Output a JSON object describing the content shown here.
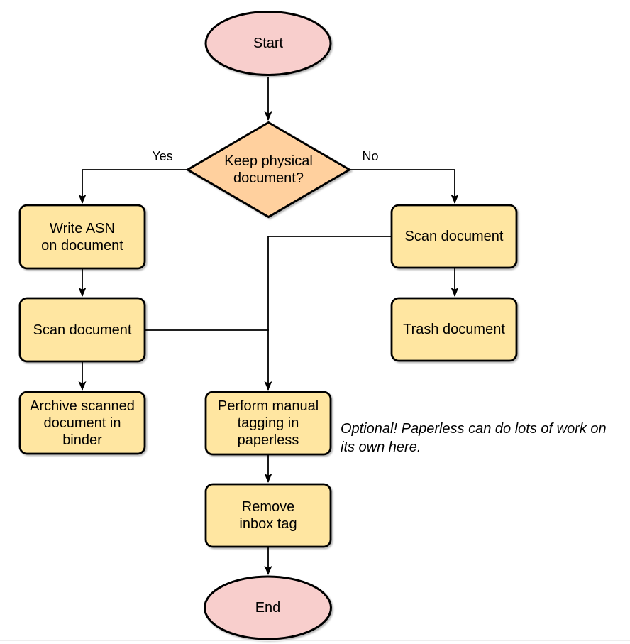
{
  "nodes": {
    "start": {
      "label": "Start"
    },
    "decision": {
      "label": "Keep physical\ndocument?"
    },
    "write_asn": {
      "label": "Write ASN\non document"
    },
    "scan_left": {
      "label": "Scan document"
    },
    "archive": {
      "label": "Archive scanned\ndocument in\nbinder"
    },
    "scan_right": {
      "label": "Scan document"
    },
    "trash": {
      "label": "Trash document"
    },
    "tag": {
      "label": "Perform manual\ntagging in\npaperless"
    },
    "remove_inbox": {
      "label": "Remove\ninbox tag"
    },
    "end": {
      "label": "End"
    }
  },
  "edge_labels": {
    "yes": "Yes",
    "no": "No"
  },
  "note": {
    "text": "Optional! Paperless can do lots of work on\nits own here."
  },
  "colors": {
    "terminal_fill": "#f8cecc",
    "decision_fill": "#ffd09e",
    "process_fill": "#ffe6a1",
    "stroke": "#000000",
    "text": "#000000"
  }
}
